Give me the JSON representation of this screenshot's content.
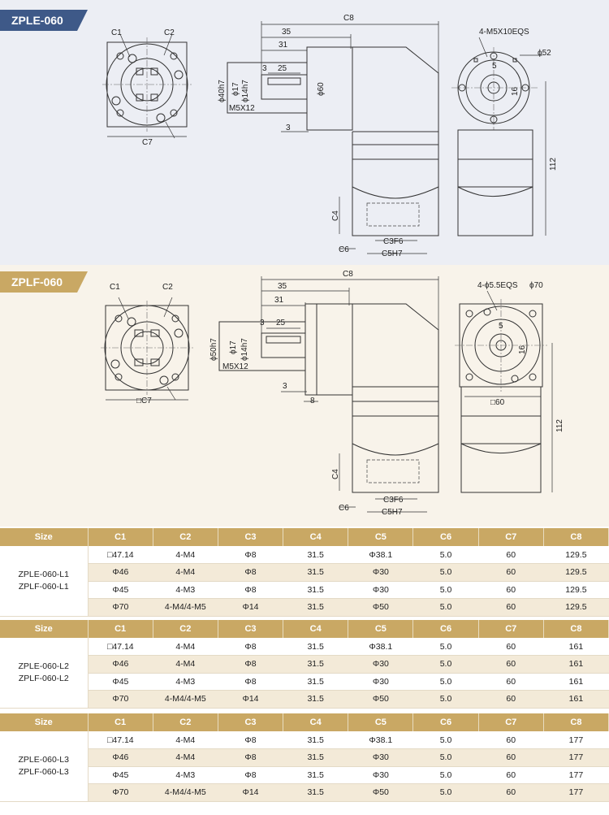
{
  "sections": [
    {
      "tag": "ZPLE-060",
      "labels": {
        "c1": "C1",
        "c2": "C2",
        "c7": "C7",
        "c8": "C8",
        "d35": "35",
        "d31": "31",
        "d3a": "3",
        "d25": "25",
        "d3b": "3",
        "shaft": "ϕ40h7",
        "d17": "ϕ17",
        "d14": "ϕ14h7",
        "m5": "M5X12",
        "d60": "ϕ60",
        "c4": "C4",
        "c6": "C6",
        "c3": "C3F6",
        "c5": "C5H7",
        "eqs": "4-M5X10EQS",
        "d52": "ϕ52",
        "f5": "5",
        "f16": "16",
        "h112": "112"
      }
    },
    {
      "tag": "ZPLF-060",
      "labels": {
        "c1": "C1",
        "c2": "C2",
        "c7": "□C7",
        "c8": "C8",
        "d35": "35",
        "d31": "31",
        "d3a": "3",
        "d25": "25",
        "d3b": "3",
        "d8": "8",
        "shaft": "ϕ50h7",
        "d17": "ϕ17",
        "d14": "ϕ14h7",
        "m5": "M5X12",
        "c4": "C4",
        "c6": "C6",
        "c3": "C3F6",
        "c5": "C5H7",
        "eqs": "4-ϕ5.5EQS",
        "d70": "ϕ70",
        "f5": "5",
        "f16": "16",
        "sq60": "□60",
        "h112": "112"
      }
    }
  ],
  "table": {
    "headers": [
      "Size",
      "C1",
      "C2",
      "C3",
      "C4",
      "C5",
      "C6",
      "C7",
      "C8"
    ],
    "groups": [
      {
        "size_lines": [
          "ZPLE-060-L1",
          "ZPLF-060-L1"
        ],
        "rows": [
          [
            "□47.14",
            "4-M4",
            "Φ8",
            "31.5",
            "Φ38.1",
            "5.0",
            "60",
            "129.5"
          ],
          [
            "Φ46",
            "4-M4",
            "Φ8",
            "31.5",
            "Φ30",
            "5.0",
            "60",
            "129.5"
          ],
          [
            "Φ45",
            "4-M3",
            "Φ8",
            "31.5",
            "Φ30",
            "5.0",
            "60",
            "129.5"
          ],
          [
            "Φ70",
            "4-M4/4-M5",
            "Φ14",
            "31.5",
            "Φ50",
            "5.0",
            "60",
            "129.5"
          ]
        ]
      },
      {
        "size_lines": [
          "ZPLE-060-L2",
          "ZPLF-060-L2"
        ],
        "rows": [
          [
            "□47.14",
            "4-M4",
            "Φ8",
            "31.5",
            "Φ38.1",
            "5.0",
            "60",
            "161"
          ],
          [
            "Φ46",
            "4-M4",
            "Φ8",
            "31.5",
            "Φ30",
            "5.0",
            "60",
            "161"
          ],
          [
            "Φ45",
            "4-M3",
            "Φ8",
            "31.5",
            "Φ30",
            "5.0",
            "60",
            "161"
          ],
          [
            "Φ70",
            "4-M4/4-M5",
            "Φ14",
            "31.5",
            "Φ50",
            "5.0",
            "60",
            "161"
          ]
        ]
      },
      {
        "size_lines": [
          "ZPLE-060-L3",
          "ZPLF-060-L3"
        ],
        "rows": [
          [
            "□47.14",
            "4-M4",
            "Φ8",
            "31.5",
            "Φ38.1",
            "5.0",
            "60",
            "177"
          ],
          [
            "Φ46",
            "4-M4",
            "Φ8",
            "31.5",
            "Φ30",
            "5.0",
            "60",
            "177"
          ],
          [
            "Φ45",
            "4-M3",
            "Φ8",
            "31.5",
            "Φ30",
            "5.0",
            "60",
            "177"
          ],
          [
            "Φ70",
            "4-M4/4-M5",
            "Φ14",
            "31.5",
            "Φ50",
            "5.0",
            "60",
            "177"
          ]
        ]
      }
    ]
  }
}
